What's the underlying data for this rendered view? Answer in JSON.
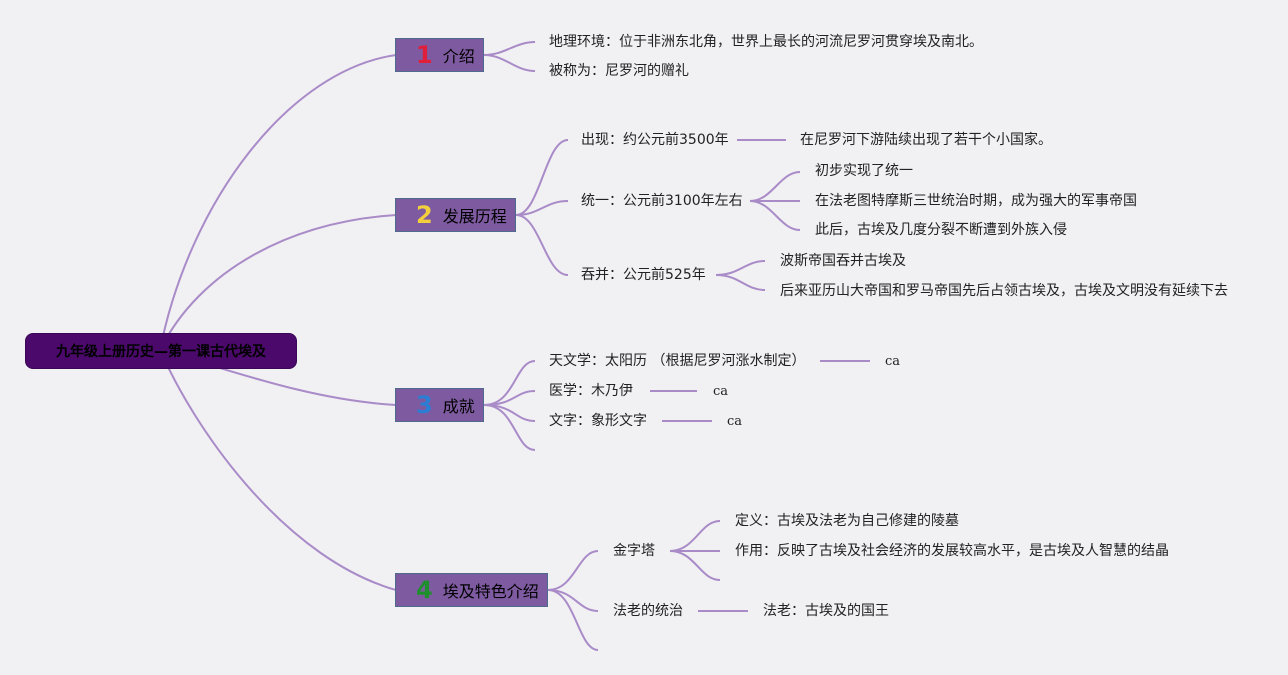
{
  "root": {
    "title": "九年级上册历史—第一课古代埃及"
  },
  "topics": [
    {
      "number": "1",
      "label": "介绍",
      "color": "#e0203a"
    },
    {
      "number": "2",
      "label": "发展历程",
      "color": "#f2cf3c"
    },
    {
      "number": "3",
      "label": "成就",
      "color": "#2a7fd4"
    },
    {
      "number": "4",
      "label": "埃及特色介绍",
      "color": "#1f8f2e"
    }
  ],
  "intro": {
    "geography": "地理环境：位于非洲东北角，世界上最长的河流尼罗河贯穿埃及南北。",
    "nickname": "被称为：尼罗河的赠礼"
  },
  "history": {
    "appear": "出现：约公元前3500年",
    "appear_detail": "在尼罗河下游陆续出现了若干个小国家。",
    "unify": "统一：公元前3100年左右",
    "unify_details": [
      "初步实现了统一",
      "在法老图特摩斯三世统治时期，成为强大的军事帝国",
      "此后，古埃及几度分裂不断遭到外族入侵"
    ],
    "annex": "吞并：公元前525年",
    "annex_details": [
      "波斯帝国吞并古埃及",
      "后来亚历山大帝国和罗马帝国先后占领古埃及，古埃及文明没有延续下去"
    ]
  },
  "achievements": [
    {
      "label": "天文学：太阳历 （根据尼罗河涨水制定）",
      "note": "ca"
    },
    {
      "label": "医学：木乃伊",
      "note": "ca"
    },
    {
      "label": "文字：象形文字",
      "note": "ca"
    }
  ],
  "features": {
    "pyramid": "金字塔",
    "pyramid_details": [
      "定义：古埃及法老为自己修建的陵墓",
      "作用：反映了古埃及社会经济的发展较高水平，是古埃及人智慧的结晶"
    ],
    "pharaoh_rule": "法老的统治",
    "pharaoh_detail": "法老：古埃及的国王"
  }
}
